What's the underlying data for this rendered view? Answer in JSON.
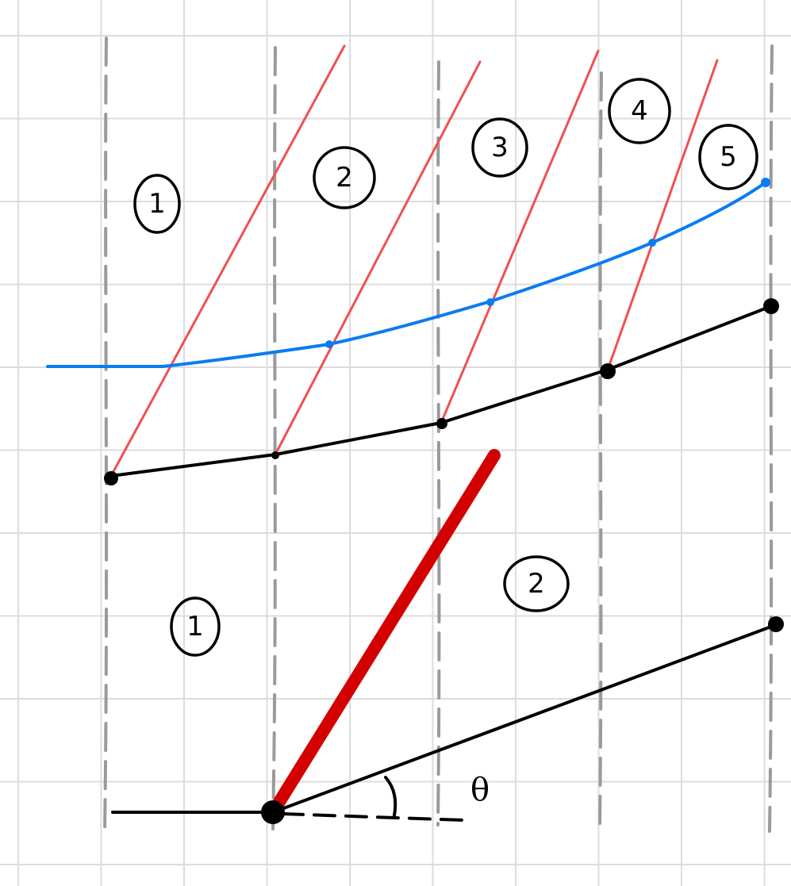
{
  "top_regions": [
    {
      "label": "1"
    },
    {
      "label": "2"
    },
    {
      "label": "3"
    },
    {
      "label": "4"
    },
    {
      "label": "5"
    }
  ],
  "bottom_regions": [
    {
      "label": "1"
    },
    {
      "label": "2"
    }
  ],
  "angle_symbol": "θ",
  "colors": {
    "grid": "#dcdcdc",
    "dashed_guides": "#9a9a9a",
    "polyline": "#000000",
    "characteristic_rays": "#f05050",
    "curve": "#0a7cf0",
    "thick_ray": "#d40000"
  }
}
